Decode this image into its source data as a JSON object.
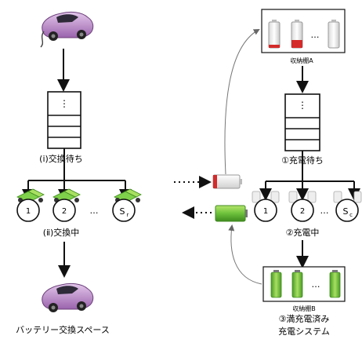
{
  "swap_space": {
    "queue_label": "(ⅰ)交換待ち",
    "queue_dots": "⋮",
    "servers": [
      "1",
      "2",
      "S"
    ],
    "server_sub": "r",
    "servers_ellipsis": "…",
    "in_service_label": "(ⅱ)交換中",
    "caption": "バッテリー交換スペース"
  },
  "charging_system": {
    "storage_a_label": "収納棚A",
    "storage_a_ellipsis": "…",
    "queue_label": "①充電待ち",
    "queue_dots": "⋮",
    "servers": [
      "1",
      "2",
      "S"
    ],
    "server_sub": "c",
    "servers_ellipsis": "…",
    "in_service_label": "②充電中",
    "storage_b_label": "収納棚B",
    "storage_b_ellipsis": "…",
    "full_label": "③満充電済み",
    "caption": "充電システム"
  },
  "colors": {
    "car_body": "#b07fc0",
    "car_highlight": "#e3c7eb",
    "battery_green": "#6cc13b",
    "battery_red": "#d42a2a",
    "battery_outline": "#9a9a9a",
    "stroke": "#111111",
    "connector_gray": "#777777"
  }
}
